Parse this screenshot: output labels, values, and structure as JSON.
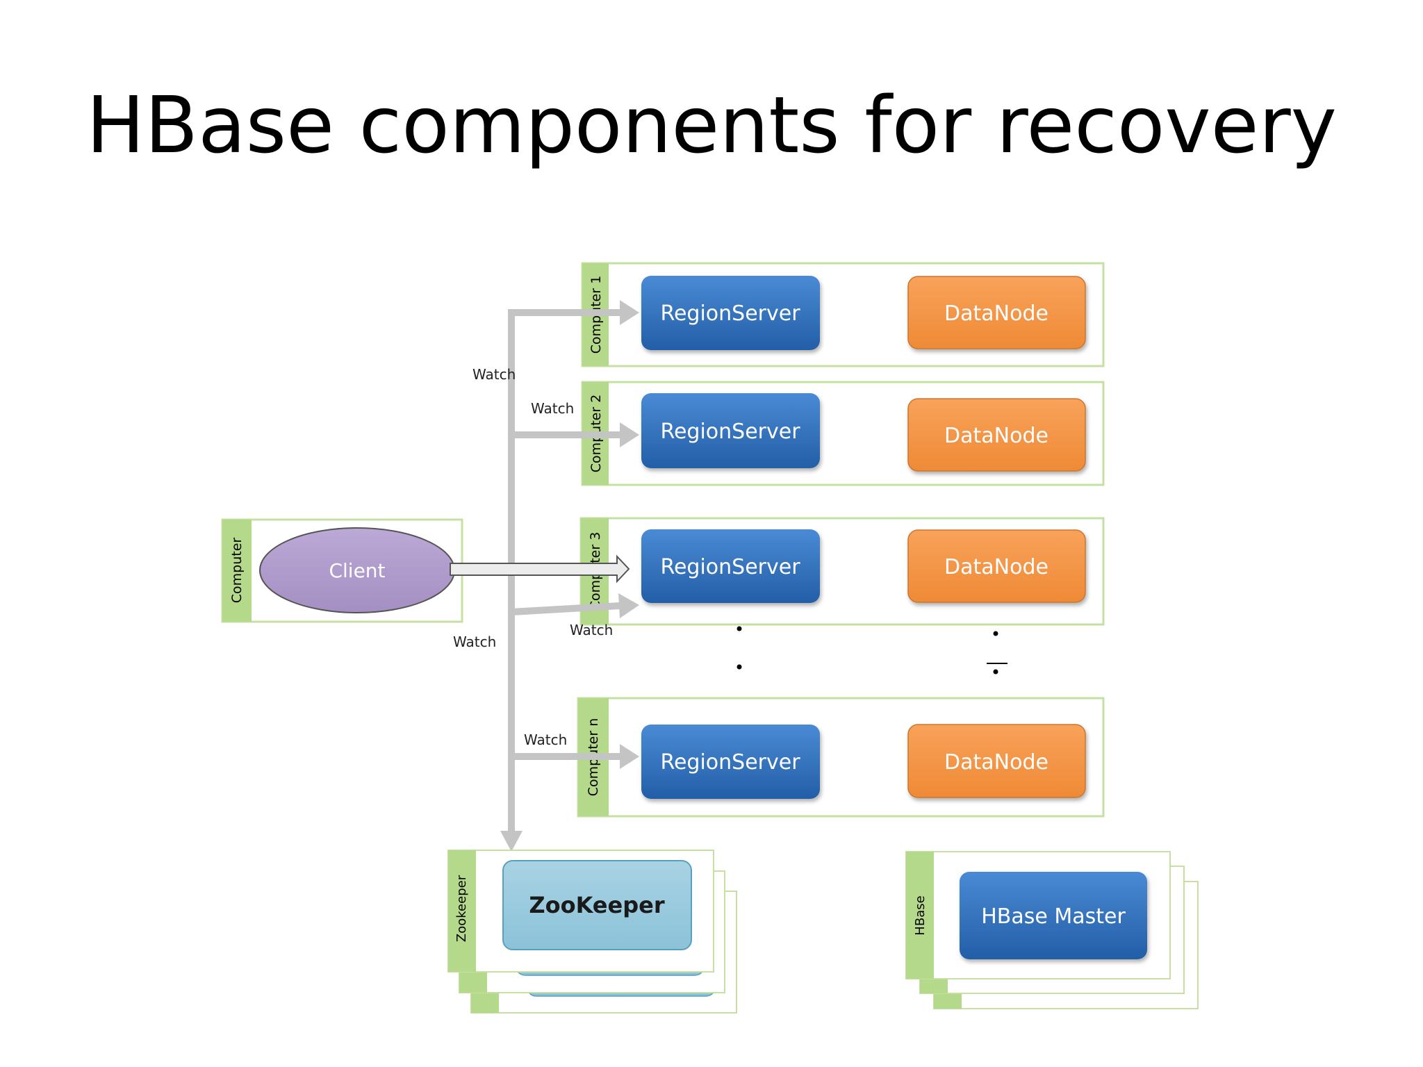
{
  "slide": {
    "title": "HBase components for recovery"
  },
  "diagram": {
    "client_computer": {
      "side_label": "Computer",
      "client_label": "Client"
    },
    "region_servers": [
      {
        "side_label": "Computer 1",
        "region_label": "RegionServer",
        "datanode_label": "DataNode"
      },
      {
        "side_label": "Computer 2",
        "region_label": "RegionServer",
        "datanode_label": "DataNode"
      },
      {
        "side_label": "Computer 3",
        "region_label": "RegionServer",
        "datanode_label": "DataNode"
      },
      {
        "side_label": "Computer n",
        "region_label": "RegionServer",
        "datanode_label": "DataNode"
      }
    ],
    "watch_labels": [
      "Watch",
      "Watch",
      "Watch",
      "Watch",
      "Watch"
    ],
    "zookeeper": {
      "side_label": "Zookeeper",
      "label": "ZooKeeper"
    },
    "hbase_master": {
      "side_label": "HBase",
      "label": "HBase Master"
    },
    "colors": {
      "panel_border": "#c6e0a4",
      "side_strip": "#b5d98a",
      "region_blue": "#2e6db4",
      "datanode_orange": "#f4964a",
      "client_purple": "#b09ccb",
      "zookeeper_blue": "#9ccbdd",
      "arrow_gray": "#c4c4c4"
    }
  }
}
